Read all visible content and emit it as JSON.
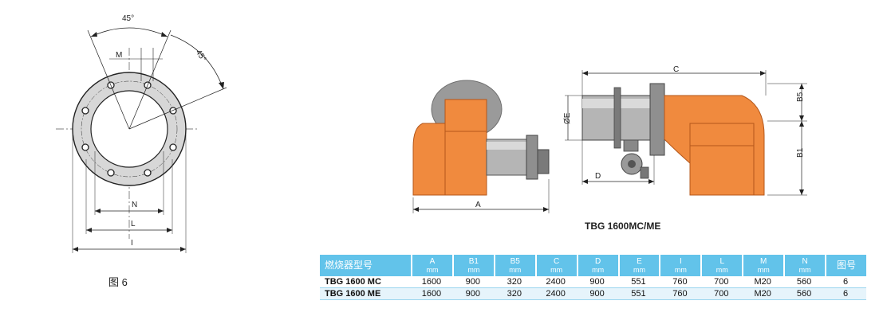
{
  "left_drawing": {
    "angle_top": "45°",
    "angle_side": "45°",
    "dim_m": "M",
    "dim_n": "N",
    "dim_l": "L",
    "dim_i": "I",
    "caption": "图 6"
  },
  "right_drawing": {
    "dim_a": "A",
    "dim_c": "C",
    "dim_d": "D",
    "dim_e": "ØE",
    "dim_b5": "B5",
    "dim_b1": "B1",
    "model_title": "TBG 1600MC/ME"
  },
  "colors": {
    "burner_orange": "#f08a3e",
    "metal_grey": "#9a9a9a",
    "table_header": "#62c3ea"
  },
  "table": {
    "headers": [
      {
        "top": "燃烧器型号",
        "unit": ""
      },
      {
        "top": "A",
        "unit": "mm"
      },
      {
        "top": "B1",
        "unit": "mm"
      },
      {
        "top": "B5",
        "unit": "mm"
      },
      {
        "top": "C",
        "unit": "mm"
      },
      {
        "top": "D",
        "unit": "mm"
      },
      {
        "top": "E",
        "unit": "mm"
      },
      {
        "top": "I",
        "unit": "mm"
      },
      {
        "top": "L",
        "unit": "mm"
      },
      {
        "top": "M",
        "unit": "mm"
      },
      {
        "top": "N",
        "unit": "mm"
      },
      {
        "top": "图号",
        "unit": ""
      }
    ],
    "rows": [
      [
        "TBG  1600 MC",
        "1600",
        "900",
        "320",
        "2400",
        "900",
        "551",
        "760",
        "700",
        "M20",
        "560",
        "6"
      ],
      [
        "TBG  1600 ME",
        "1600",
        "900",
        "320",
        "2400",
        "900",
        "551",
        "760",
        "700",
        "M20",
        "560",
        "6"
      ]
    ]
  }
}
